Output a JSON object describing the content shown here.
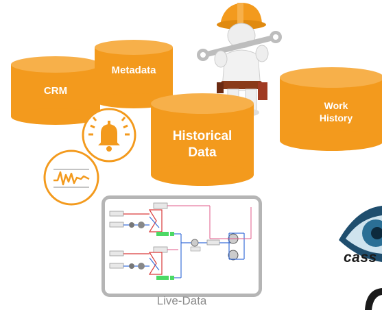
{
  "databases": {
    "crm": "CRM",
    "metadata": "Metadata",
    "historical_line1": "Historical",
    "historical_line2": "Data",
    "work_line1": "Work",
    "work_line2": "History"
  },
  "live_data": {
    "caption": "Live-Data"
  },
  "logo": {
    "text": "cass"
  },
  "colors": {
    "orange": "#f39a1d",
    "orange_top": "#f7b04a",
    "grey_frame": "#b5b5b5",
    "caption": "#8c8c8c"
  },
  "icons": [
    "alarm-bell-icon",
    "trend-chart-icon",
    "worker-figure-icon",
    "cassandra-eye-icon"
  ]
}
